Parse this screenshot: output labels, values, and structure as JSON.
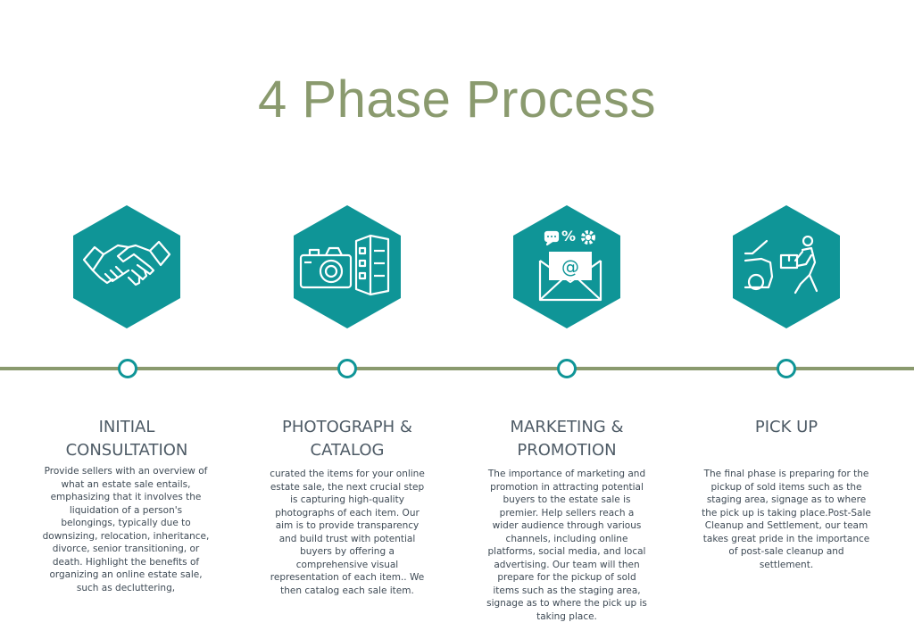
{
  "title": "4 Phase Process",
  "colors": {
    "accent": "#0f9597",
    "title": "#8a9a6e",
    "line": "#8a9a6e"
  },
  "phases": [
    {
      "icon": "handshake-icon",
      "heading": "INITIAL\nCONSULTATION",
      "description": "Provide sellers with an overview of what an estate sale entails, emphasizing that it involves the liquidation of a person's belongings, typically due to downsizing, relocation, inheritance, divorce, senior transitioning, or death. Highlight the benefits of organizing an online estate sale, such as decluttering,"
    },
    {
      "icon": "camera-catalog-icon",
      "heading": "PHOTOGRAPH &\nCATALOG",
      "description": "curated the items for your online estate sale, the next crucial step is capturing high-quality photographs of each item. Our aim is to provide transparency and build trust with potential buyers by offering a comprehensive visual representation of each item.. We then catalog each sale item."
    },
    {
      "icon": "email-marketing-icon",
      "heading": "MARKETING &\nPROMOTION",
      "description": "The importance of marketing and promotion in attracting potential buyers to the estate sale is premier. Help sellers reach a wider audience through various channels, including online platforms, social media, and local advertising. Our team will then prepare for the pickup of sold items such as the staging area, signage as to where the pick up is taking place."
    },
    {
      "icon": "delivery-person-icon",
      "heading": "PICK UP",
      "description": "The final phase is preparing for the pickup of sold items such as the staging area, signage as to where the pick up is taking place.Post-Sale Cleanup and Settlement, our team takes great pride in the importance of post-sale cleanup and settlement."
    }
  ]
}
